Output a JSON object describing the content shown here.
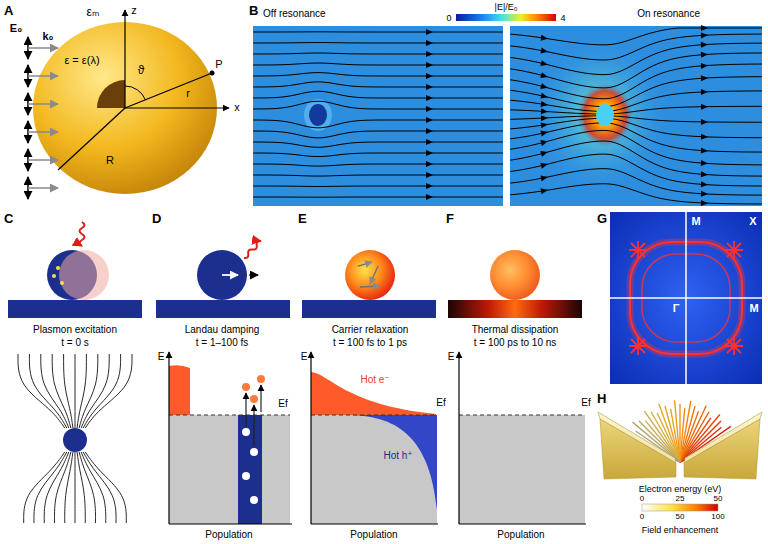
{
  "diagram": {
    "labels": [
      "A",
      "E₀",
      "k₀",
      "εₘ",
      "z",
      "ε = ε(λ)",
      "ϑ",
      "P",
      "r",
      "x",
      "R",
      "B",
      "Off resonance",
      "|E|/E₀",
      "0",
      "4",
      "On resonance",
      "C",
      "D",
      "E",
      "F",
      "G",
      "M",
      "X",
      "Plasmon excitation",
      "t = 0 s",
      "Landau damping",
      "t = 1–100 fs",
      "Carrier relaxation",
      "t = 100 fs to 1 ps",
      "Thermal dissipation",
      "t = 100 ps to 10 ns",
      "Γ",
      "M",
      "E",
      "Ef",
      "Population",
      "E",
      "Hot e⁻",
      "Ef",
      "Hot h⁺",
      "Population",
      "E",
      "Ef",
      "Population",
      "H",
      "Electron energy (eV)",
      "0",
      "25",
      "50",
      "0",
      "50",
      "100",
      "Field enhancement"
    ]
  }
}
